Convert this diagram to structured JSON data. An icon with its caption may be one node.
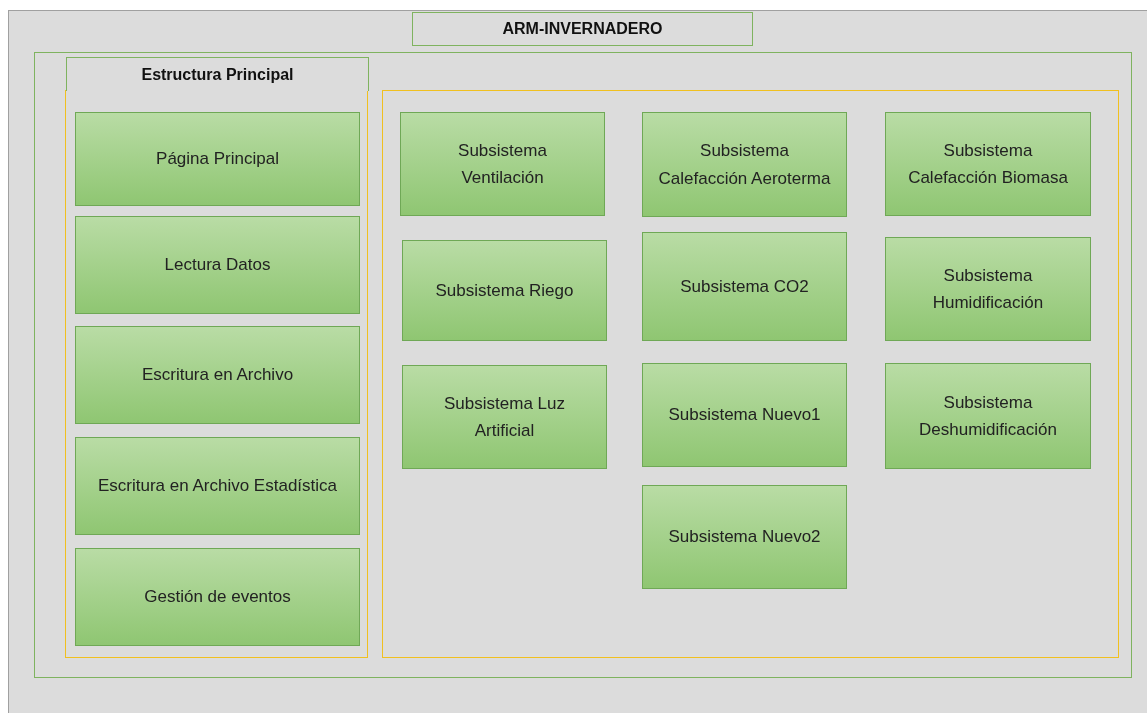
{
  "diagram": {
    "nodes": [
      {
        "text": [
          "ARM-INVERNADERO"
        ]
      },
      {
        "text": [],
        "shape": "box",
        "in": 0
      },
      {
        "text": [
          "Estructura Principal"
        ],
        "in": 1
      },
      {
        "text": [
          "Página Principal"
        ],
        "in": 2
      },
      {
        "text": [
          "Lectura Datos"
        ],
        "in": 2
      },
      {
        "text": [
          "Escritura en Archivo"
        ],
        "in": 2
      },
      {
        "text": [
          "Escritura en Archivo Estadística"
        ],
        "in": 2
      },
      {
        "text": [
          "Gestión de eventos"
        ],
        "in": 2
      },
      {
        "text": [],
        "shape": "box",
        "in": 1
      },
      {
        "text": [
          "Subsistema Ventilación"
        ],
        "in": 8
      },
      {
        "text": [
          "Subsistema Calefacción Aeroterma"
        ],
        "in": 8
      },
      {
        "text": [
          "Subsistema Calefacción Biomasa"
        ],
        "in": 8
      },
      {
        "text": [
          "Subsistema Riego"
        ],
        "in": 8
      },
      {
        "text": [
          "Subsistema CO2"
        ],
        "in": 8
      },
      {
        "text": [
          "Subsistema Humidificación"
        ],
        "in": 8
      },
      {
        "text": [
          "Subsistema Luz Artificial"
        ],
        "in": 8
      },
      {
        "text": [
          "Subsistema Nuevo1"
        ],
        "in": 8
      },
      {
        "text": [
          "Subsistema Deshumidificación"
        ],
        "in": 8
      },
      {
        "text": [
          "Subsistema Nuevo2"
        ],
        "in": 8
      }
    ],
    "edges": []
  }
}
